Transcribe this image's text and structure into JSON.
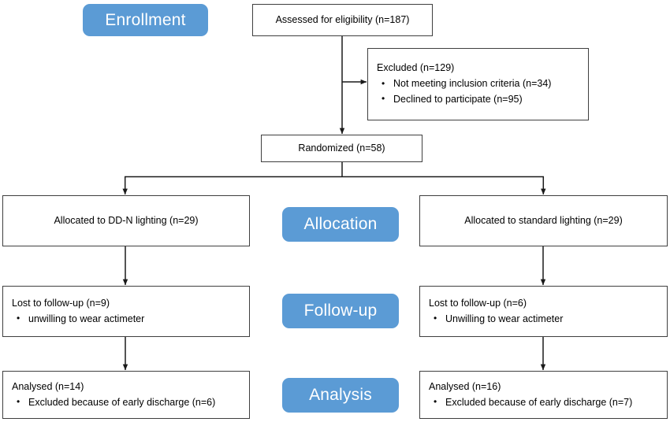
{
  "diagram": {
    "title": "CONSORT participant flow diagram",
    "accent_color": "#5b9bd5",
    "box_border_color": "#3f3f3f",
    "connector_color": "#1a1a1a",
    "background_color": "#ffffff"
  },
  "stages": [
    {
      "label": "Enrollment"
    },
    {
      "label": "Allocation"
    },
    {
      "label": "Follow-up"
    },
    {
      "label": "Analysis"
    }
  ],
  "nodes": {
    "assessed": {
      "text": "Assessed for eligibility (n=187)"
    },
    "excluded": {
      "heading": "Excluded (n=129)",
      "items": [
        "Not meeting inclusion criteria (n=34)",
        "Declined to participate (n=95)"
      ]
    },
    "randomized": {
      "text": "Randomized (n=58)"
    },
    "allocated_left": {
      "text": "Allocated to DD-N lighting (n=29)"
    },
    "allocated_right": {
      "text": "Allocated to standard lighting (n=29)"
    },
    "followup_left": {
      "heading": "Lost to follow-up (n=9)",
      "items": [
        "unwilling to wear actimeter"
      ]
    },
    "followup_right": {
      "heading": "Lost to follow-up (n=6)",
      "items": [
        "Unwilling to wear actimeter"
      ]
    },
    "analysis_left": {
      "heading": "Analysed (n=14)",
      "items": [
        "Excluded because of early discharge (n=6)"
      ]
    },
    "analysis_right": {
      "heading": "Analysed (n=16)",
      "items": [
        "Excluded because of early discharge (n=7)"
      ]
    }
  }
}
